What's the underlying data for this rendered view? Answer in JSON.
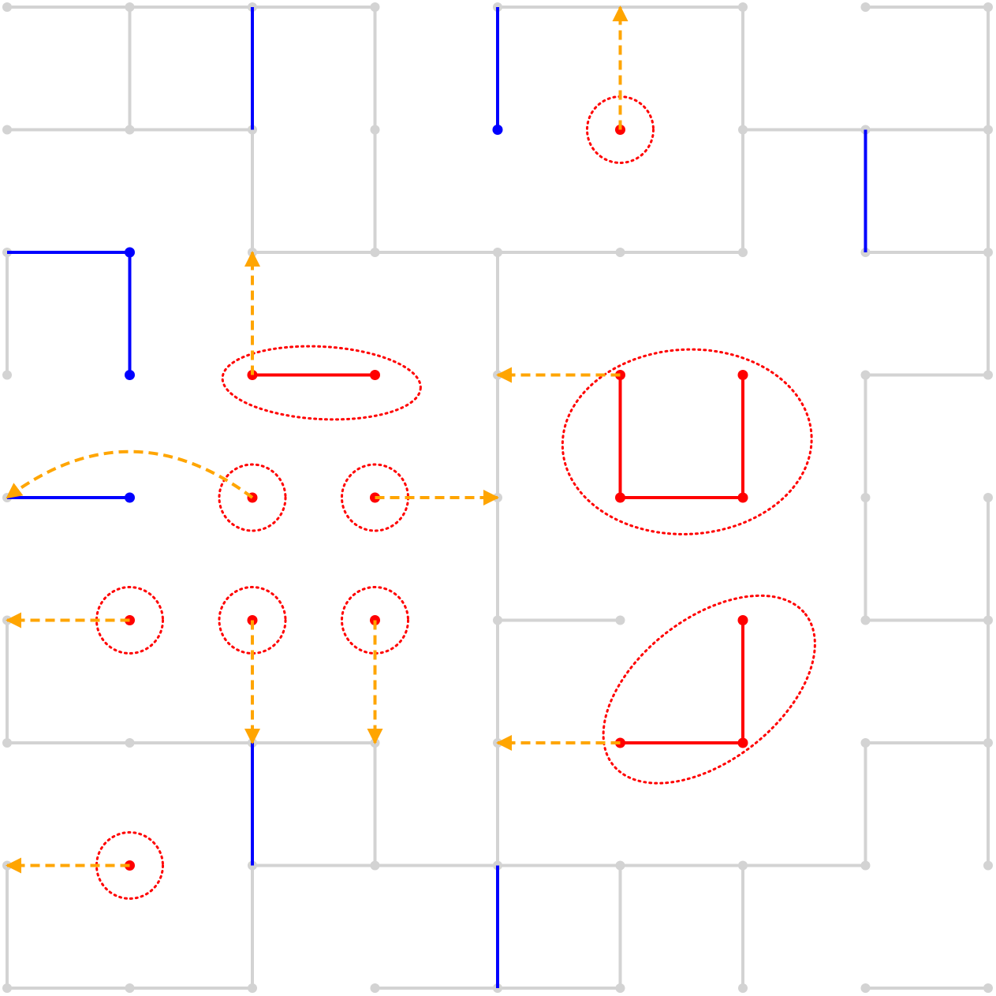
{
  "grid": {
    "cols": 9,
    "rows": 9
  },
  "colors": {
    "grid": "#d3d3d3",
    "blue": "#0000ff",
    "red": "#ff0000",
    "arrow": "#ffa500",
    "background": "#ffffff"
  },
  "gray_nodes": [
    [
      0,
      0
    ],
    [
      1,
      0
    ],
    [
      2,
      0
    ],
    [
      3,
      0
    ],
    [
      4,
      0
    ],
    [
      6,
      0
    ],
    [
      7,
      0
    ],
    [
      8,
      0
    ],
    [
      0,
      1
    ],
    [
      1,
      1
    ],
    [
      2,
      1
    ],
    [
      3,
      1
    ],
    [
      6,
      1
    ],
    [
      7,
      1
    ],
    [
      8,
      1
    ],
    [
      0,
      2
    ],
    [
      2,
      2
    ],
    [
      3,
      2
    ],
    [
      4,
      2
    ],
    [
      5,
      2
    ],
    [
      6,
      2
    ],
    [
      7,
      2
    ],
    [
      8,
      2
    ],
    [
      0,
      3
    ],
    [
      4,
      3
    ],
    [
      7,
      3
    ],
    [
      8,
      3
    ],
    [
      0,
      4
    ],
    [
      4,
      4
    ],
    [
      7,
      4
    ],
    [
      8,
      4
    ],
    [
      0,
      5
    ],
    [
      4,
      5
    ],
    [
      5,
      5
    ],
    [
      7,
      5
    ],
    [
      8,
      5
    ],
    [
      0,
      6
    ],
    [
      1,
      6
    ],
    [
      2,
      6
    ],
    [
      3,
      6
    ],
    [
      4,
      6
    ],
    [
      7,
      6
    ],
    [
      8,
      6
    ],
    [
      0,
      7
    ],
    [
      2,
      7
    ],
    [
      3,
      7
    ],
    [
      4,
      7
    ],
    [
      5,
      7
    ],
    [
      6,
      7
    ],
    [
      7,
      7
    ],
    [
      8,
      7
    ],
    [
      0,
      8
    ],
    [
      1,
      8
    ],
    [
      2,
      8
    ],
    [
      3,
      8
    ],
    [
      4,
      8
    ],
    [
      5,
      8
    ],
    [
      6,
      8
    ],
    [
      7,
      8
    ],
    [
      8,
      8
    ]
  ],
  "gray_edges": [
    [
      [
        0,
        0
      ],
      [
        1,
        0
      ]
    ],
    [
      [
        1,
        0
      ],
      [
        2,
        0
      ]
    ],
    [
      [
        2,
        0
      ],
      [
        3,
        0
      ]
    ],
    [
      [
        4,
        0
      ],
      [
        6,
        0
      ]
    ],
    [
      [
        7,
        0
      ],
      [
        8,
        0
      ]
    ],
    [
      [
        1,
        0
      ],
      [
        1,
        1
      ]
    ],
    [
      [
        3,
        0
      ],
      [
        3,
        1
      ]
    ],
    [
      [
        6,
        0
      ],
      [
        6,
        1
      ]
    ],
    [
      [
        8,
        0
      ],
      [
        8,
        1
      ]
    ],
    [
      [
        0,
        1
      ],
      [
        1,
        1
      ]
    ],
    [
      [
        1,
        1
      ],
      [
        2,
        1
      ]
    ],
    [
      [
        6,
        1
      ],
      [
        7,
        1
      ]
    ],
    [
      [
        7,
        1
      ],
      [
        8,
        1
      ]
    ],
    [
      [
        2,
        1
      ],
      [
        2,
        2
      ]
    ],
    [
      [
        3,
        1
      ],
      [
        3,
        2
      ]
    ],
    [
      [
        6,
        1
      ],
      [
        6,
        2
      ]
    ],
    [
      [
        8,
        1
      ],
      [
        8,
        2
      ]
    ],
    [
      [
        2,
        2
      ],
      [
        3,
        2
      ]
    ],
    [
      [
        3,
        2
      ],
      [
        4,
        2
      ]
    ],
    [
      [
        4,
        2
      ],
      [
        5,
        2
      ]
    ],
    [
      [
        5,
        2
      ],
      [
        6,
        2
      ]
    ],
    [
      [
        7,
        2
      ],
      [
        8,
        2
      ]
    ],
    [
      [
        0,
        2
      ],
      [
        0,
        3
      ]
    ],
    [
      [
        4,
        2
      ],
      [
        4,
        3
      ]
    ],
    [
      [
        8,
        2
      ],
      [
        8,
        3
      ]
    ],
    [
      [
        7,
        3
      ],
      [
        8,
        3
      ]
    ],
    [
      [
        4,
        3
      ],
      [
        4,
        4
      ]
    ],
    [
      [
        7,
        3
      ],
      [
        7,
        4
      ]
    ],
    [
      [
        4,
        4
      ],
      [
        4,
        5
      ]
    ],
    [
      [
        7,
        4
      ],
      [
        7,
        5
      ]
    ],
    [
      [
        8,
        4
      ],
      [
        8,
        5
      ]
    ],
    [
      [
        4,
        5
      ],
      [
        5,
        5
      ]
    ],
    [
      [
        7,
        5
      ],
      [
        8,
        5
      ]
    ],
    [
      [
        0,
        5
      ],
      [
        0,
        6
      ]
    ],
    [
      [
        4,
        5
      ],
      [
        4,
        6
      ]
    ],
    [
      [
        8,
        5
      ],
      [
        8,
        6
      ]
    ],
    [
      [
        0,
        6
      ],
      [
        1,
        6
      ]
    ],
    [
      [
        1,
        6
      ],
      [
        2,
        6
      ]
    ],
    [
      [
        2,
        6
      ],
      [
        3,
        6
      ]
    ],
    [
      [
        7,
        6
      ],
      [
        8,
        6
      ]
    ],
    [
      [
        3,
        6
      ],
      [
        3,
        7
      ]
    ],
    [
      [
        4,
        6
      ],
      [
        4,
        7
      ]
    ],
    [
      [
        7,
        6
      ],
      [
        7,
        7
      ]
    ],
    [
      [
        8,
        6
      ],
      [
        8,
        7
      ]
    ],
    [
      [
        2,
        7
      ],
      [
        3,
        7
      ]
    ],
    [
      [
        3,
        7
      ],
      [
        4,
        7
      ]
    ],
    [
      [
        4,
        7
      ],
      [
        5,
        7
      ]
    ],
    [
      [
        5,
        7
      ],
      [
        6,
        7
      ]
    ],
    [
      [
        6,
        7
      ],
      [
        7,
        7
      ]
    ],
    [
      [
        0,
        7
      ],
      [
        0,
        8
      ]
    ],
    [
      [
        2,
        7
      ],
      [
        2,
        8
      ]
    ],
    [
      [
        5,
        7
      ],
      [
        5,
        8
      ]
    ],
    [
      [
        6,
        7
      ],
      [
        6,
        8
      ]
    ],
    [
      [
        0,
        8
      ],
      [
        1,
        8
      ]
    ],
    [
      [
        1,
        8
      ],
      [
        2,
        8
      ]
    ],
    [
      [
        3,
        8
      ],
      [
        4,
        8
      ]
    ],
    [
      [
        4,
        8
      ],
      [
        5,
        8
      ]
    ],
    [
      [
        7,
        8
      ],
      [
        8,
        8
      ]
    ]
  ],
  "blue_edges": [
    [
      [
        2,
        0
      ],
      [
        2,
        1
      ]
    ],
    [
      [
        4,
        0
      ],
      [
        4,
        1
      ]
    ],
    [
      [
        7,
        1
      ],
      [
        7,
        2
      ]
    ],
    [
      [
        0,
        2
      ],
      [
        1,
        2
      ]
    ],
    [
      [
        1,
        2
      ],
      [
        1,
        3
      ]
    ],
    [
      [
        0,
        4
      ],
      [
        1,
        4
      ]
    ],
    [
      [
        2,
        6
      ],
      [
        2,
        7
      ]
    ],
    [
      [
        4,
        7
      ],
      [
        4,
        8
      ]
    ]
  ],
  "blue_nodes": [
    [
      4,
      1
    ],
    [
      1,
      2
    ],
    [
      1,
      3
    ],
    [
      1,
      4
    ]
  ],
  "red_components": [
    {
      "nodes": [
        [
          5,
          1
        ]
      ],
      "edges": []
    },
    {
      "nodes": [
        [
          2,
          3
        ],
        [
          3,
          3
        ]
      ],
      "edges": [
        [
          [
            2,
            3
          ],
          [
            3,
            3
          ]
        ]
      ]
    },
    {
      "nodes": [
        [
          5,
          3
        ],
        [
          6,
          3
        ],
        [
          5,
          4
        ],
        [
          6,
          4
        ]
      ],
      "edges": [
        [
          [
            5,
            3
          ],
          [
            5,
            4
          ]
        ],
        [
          [
            5,
            4
          ],
          [
            6,
            4
          ]
        ],
        [
          [
            6,
            4
          ],
          [
            6,
            3
          ]
        ]
      ]
    },
    {
      "nodes": [
        [
          2,
          4
        ]
      ],
      "edges": []
    },
    {
      "nodes": [
        [
          3,
          4
        ]
      ],
      "edges": []
    },
    {
      "nodes": [
        [
          1,
          5
        ]
      ],
      "edges": []
    },
    {
      "nodes": [
        [
          2,
          5
        ]
      ],
      "edges": []
    },
    {
      "nodes": [
        [
          3,
          5
        ]
      ],
      "edges": []
    },
    {
      "nodes": [
        [
          6,
          5
        ],
        [
          5,
          6
        ],
        [
          6,
          6
        ]
      ],
      "edges": [
        [
          [
            6,
            5
          ],
          [
            6,
            6
          ]
        ],
        [
          [
            5,
            6
          ],
          [
            6,
            6
          ]
        ]
      ]
    },
    {
      "nodes": [
        [
          1,
          7
        ]
      ],
      "edges": []
    }
  ],
  "arrows": [
    {
      "from": [
        5,
        1
      ],
      "to": [
        5,
        0
      ],
      "curved": false
    },
    {
      "from": [
        2,
        3
      ],
      "to": [
        2,
        2
      ],
      "curved": false
    },
    {
      "from": [
        5,
        3
      ],
      "to": [
        4,
        3
      ],
      "curved": false
    },
    {
      "from": [
        2,
        4
      ],
      "to": [
        0,
        4
      ],
      "curved": true
    },
    {
      "from": [
        3,
        4
      ],
      "to": [
        4,
        4
      ],
      "curved": false
    },
    {
      "from": [
        1,
        5
      ],
      "to": [
        0,
        5
      ],
      "curved": false
    },
    {
      "from": [
        2,
        5
      ],
      "to": [
        2,
        6
      ],
      "curved": false
    },
    {
      "from": [
        3,
        5
      ],
      "to": [
        3,
        6
      ],
      "curved": false
    },
    {
      "from": [
        5,
        6
      ],
      "to": [
        4,
        6
      ],
      "curved": false
    },
    {
      "from": [
        1,
        7
      ],
      "to": [
        0,
        7
      ],
      "curved": false
    }
  ]
}
